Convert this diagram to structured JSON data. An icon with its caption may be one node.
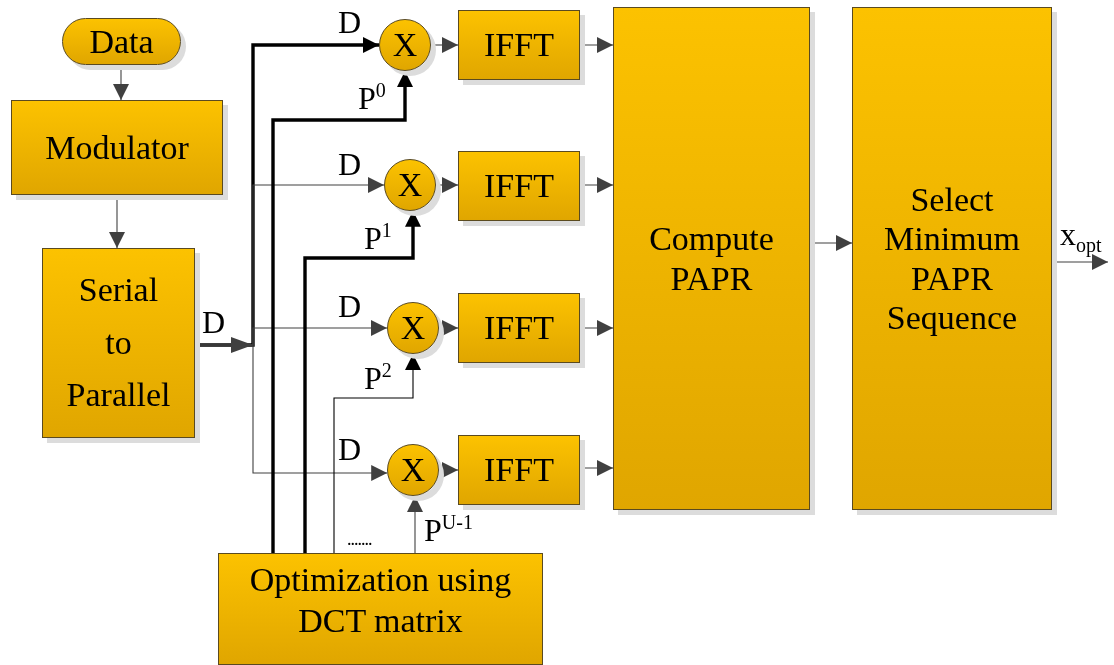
{
  "diagram": {
    "nodes": [
      {
        "text": [
          "Data"
        ]
      },
      {
        "text": [
          "Modulator"
        ]
      },
      {
        "text": [
          "Serial to Parallel"
        ]
      },
      {
        "text": [
          "X"
        ]
      },
      {
        "text": [
          "IFFT"
        ]
      },
      {
        "text": [
          "X"
        ]
      },
      {
        "text": [
          "IFFT"
        ]
      },
      {
        "text": [
          "X"
        ]
      },
      {
        "text": [
          "IFFT"
        ]
      },
      {
        "text": [
          "X"
        ]
      },
      {
        "text": [
          "IFFT"
        ]
      },
      {
        "text": [
          "Compute PAPR"
        ]
      },
      {
        "text": [
          "Select Minimum PAPR Sequence"
        ]
      },
      {
        "text": [
          "Optimization using DCT matrix"
        ]
      }
    ],
    "edges": [
      {
        "from": 0,
        "to": 1,
        "arrow": "to"
      },
      {
        "from": 1,
        "to": 2,
        "arrow": "to"
      },
      {
        "from": 2,
        "to": 3,
        "arrow": "to",
        "label": "D",
        "style": "thick",
        "color": "#000000"
      },
      {
        "from": 2,
        "to": 5,
        "arrow": "to",
        "label": "D"
      },
      {
        "from": 2,
        "to": 7,
        "arrow": "to",
        "label": "D"
      },
      {
        "from": 2,
        "to": 9,
        "arrow": "to",
        "label": "D"
      },
      {
        "from": 3,
        "to": 4,
        "arrow": "to"
      },
      {
        "from": 5,
        "to": 6,
        "arrow": "to"
      },
      {
        "from": 7,
        "to": 8,
        "arrow": "to"
      },
      {
        "from": 9,
        "to": 10,
        "arrow": "to"
      },
      {
        "from": 4,
        "to": 11,
        "arrow": "to"
      },
      {
        "from": 6,
        "to": 11,
        "arrow": "to"
      },
      {
        "from": 8,
        "to": 11,
        "arrow": "to"
      },
      {
        "from": 10,
        "to": 11,
        "arrow": "to"
      },
      {
        "from": 11,
        "to": 12,
        "arrow": "to"
      },
      {
        "from": 12,
        "to": null,
        "arrow": "to",
        "label": "x$_{opt}$"
      },
      {
        "from": 13,
        "to": 3,
        "arrow": "to",
        "label": "P$^{0}$",
        "style": "thick",
        "color": "#000000"
      },
      {
        "from": 13,
        "to": 5,
        "arrow": "to",
        "label": "P$^{1}$",
        "style": "thick",
        "color": "#000000"
      },
      {
        "from": 13,
        "to": 7,
        "arrow": "to",
        "label": "P$^{2}$",
        "color": "#000000"
      },
      {
        "from": 13,
        "to": 9,
        "arrow": "to",
        "label": "P$^{U-1}$"
      }
    ],
    "labels": [
      "D",
      "......."
    ]
  }
}
